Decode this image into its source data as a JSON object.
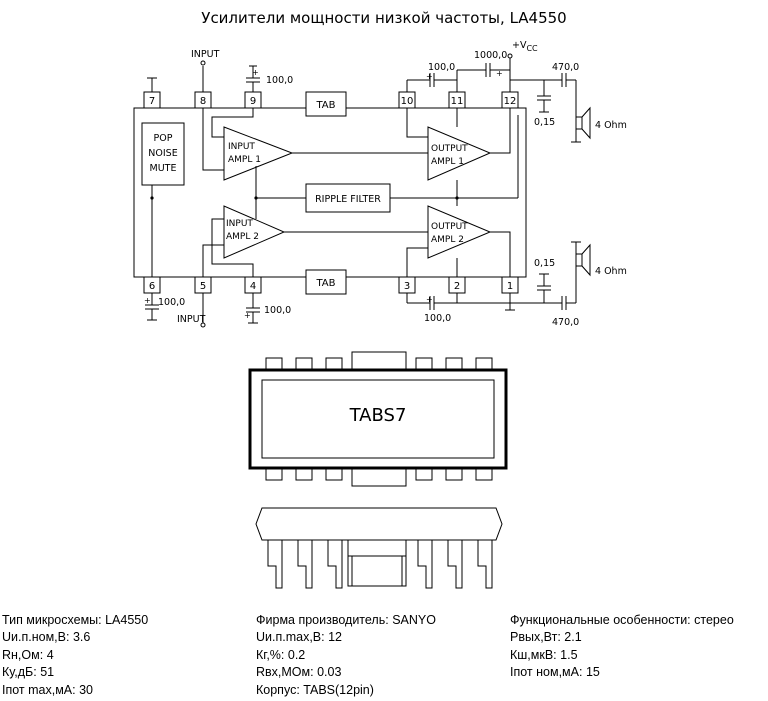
{
  "title": "Усилители мощности низкой частоты, LA4550",
  "schematic": {
    "pins": [
      "7",
      "8",
      "9",
      "10",
      "11",
      "12",
      "6",
      "5",
      "4",
      "3",
      "2",
      "1"
    ],
    "tab_top": "TAB",
    "tab_bottom": "TAB",
    "pop_noise_mute": [
      "POP",
      "NOISE",
      "MUTE"
    ],
    "input_ampl_1": [
      "INPUT",
      "AMPL 1"
    ],
    "input_ampl_2": [
      "INPUT",
      "AMPL 2"
    ],
    "output_ampl_1": [
      "OUTPUT",
      "AMPL 1"
    ],
    "output_ampl_2": [
      "OUTPUT",
      "AMPL 2"
    ],
    "ripple_filter": "RIPPLE FILTER",
    "input_top": "INPUT",
    "input_bottom": "INPUT",
    "vcc": "+V",
    "vcc_sub": "CC",
    "c_100_pin9": "100,0",
    "c_1000": "1000,0",
    "c_100_pin10": "100,0",
    "c_470_top": "470,0",
    "c_015_top": "0,15",
    "speaker_top": "4 Ohm",
    "c_015_bottom": "0,15",
    "speaker_bottom": "4 Ohm",
    "c_100_pin6": "100,0",
    "c_100_pin4": "100,0",
    "c_100_pin3": "100,0",
    "c_470_bottom": "470,0"
  },
  "package_label": "TABS7",
  "specs": {
    "col1": [
      {
        "label": "Тип микросхемы:",
        "value": "LA4550"
      },
      {
        "label": "Uи.п.ном,В:",
        "value": "3.6"
      },
      {
        "label": "Rн,Ом:",
        "value": "4"
      },
      {
        "label": "Ку,дБ:",
        "value": "51"
      },
      {
        "label": "Iпот max,мА:",
        "value": "30"
      }
    ],
    "col2": [
      {
        "label": "Фирма производитель:",
        "value": "SANYO"
      },
      {
        "label": "Uи.п.max,В:",
        "value": "12"
      },
      {
        "label": "Кг,%:",
        "value": "0.2"
      },
      {
        "label": "Rвх,МОм:",
        "value": "0.03"
      },
      {
        "label": "Корпус:",
        "value": "TABS(12pin)"
      }
    ],
    "col3": [
      {
        "label": "Функциональные особенности:",
        "value": "стерео"
      },
      {
        "label": "Рвых,Вт:",
        "value": "2.1"
      },
      {
        "label": "Кш,мкВ:",
        "value": "1.5"
      },
      {
        "label": "Iпот ном,мА:",
        "value": "15"
      }
    ]
  }
}
